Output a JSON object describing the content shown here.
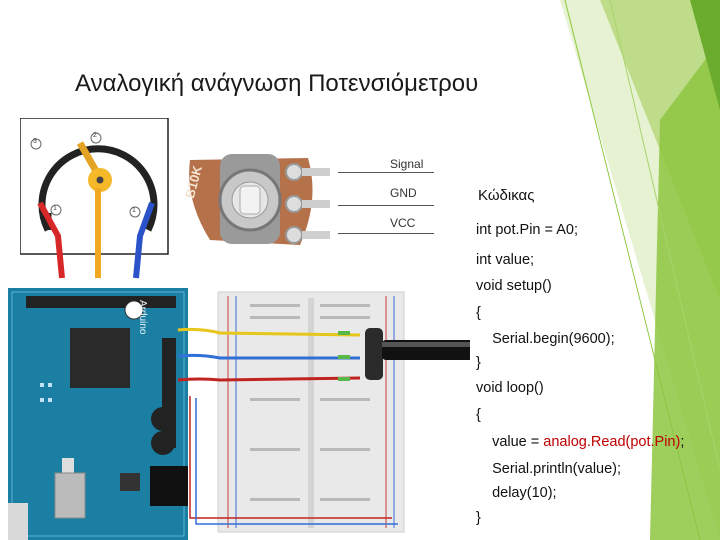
{
  "slide": {
    "title": "Αναλογική ανάγνωση Ποτενσιόμετρου",
    "accent_color": "#8dc63f"
  },
  "pot_diagram": {
    "pin_numbers": [
      "2",
      "3",
      "1",
      "1"
    ],
    "part_label": "B10K",
    "pin_labels": [
      "Signal",
      "GND",
      "VCC"
    ]
  },
  "wiring": {
    "board_label": "Arduino",
    "wire_colors": {
      "signal": "#e6c61a",
      "gnd": "#2f6fd6",
      "vcc": "#c0241f"
    }
  },
  "code_panel": {
    "heading": "Κώδικας",
    "lines": [
      "int pot.Pin = A0;",
      "int value;",
      "void setup()",
      "{",
      "   Serial.begin(9600);",
      "}",
      "void loop()",
      "{",
      "   value = ",
      "   Serial.println(value);",
      "   delay(10);",
      "}"
    ],
    "highlight": "analog.Read(pot.Pin)",
    "highlight_suffix": ";"
  }
}
